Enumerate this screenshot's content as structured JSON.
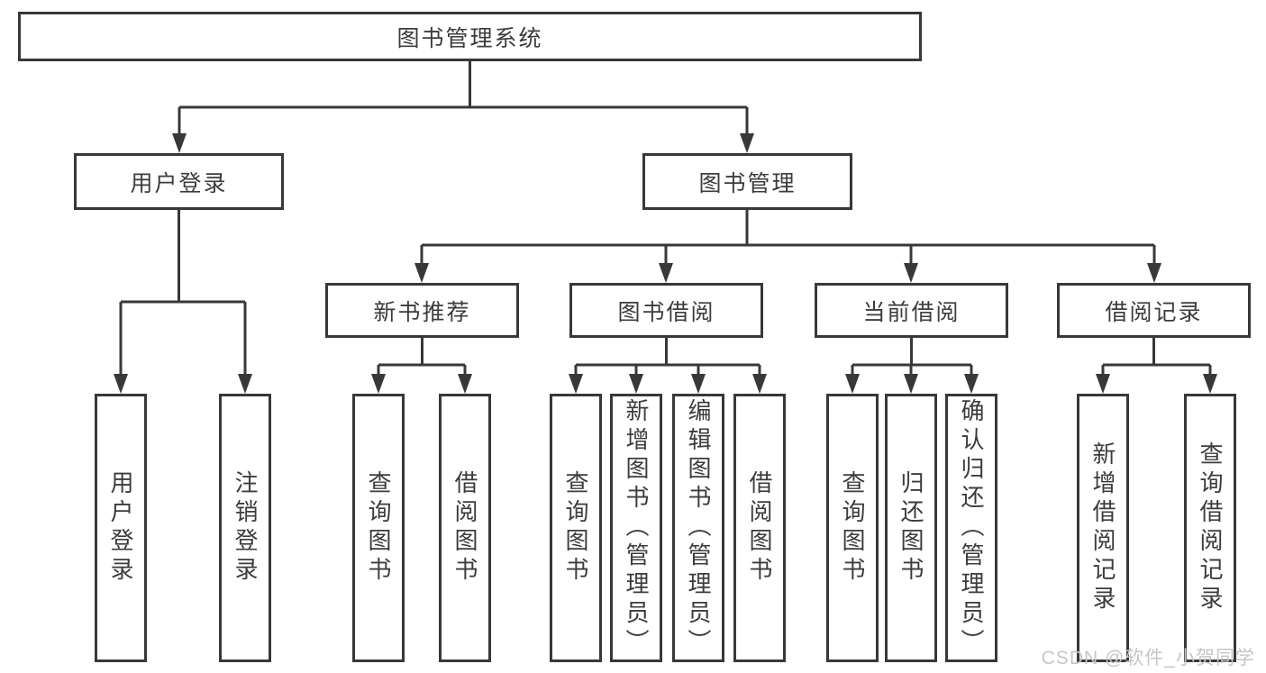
{
  "nodes": {
    "root": "图书管理系统",
    "user_login": "用户登录",
    "book_mgmt": "图书管理",
    "new_books": "新书推荐",
    "book_borrow": "图书借阅",
    "current_borrow": "当前借阅",
    "borrow_records": "借阅记录",
    "leaves": {
      "user_login": [
        "用户登录",
        "注销登录"
      ],
      "new_books": [
        "查询图书",
        "借阅图书"
      ],
      "book_borrow": [
        "查询图书",
        "新增图书（管理员）",
        "编辑图书（管理员）",
        "借阅图书"
      ],
      "current_borrow": [
        "查询图书",
        "归还图书",
        "确认归还（管理员）"
      ],
      "borrow_records": [
        "新增借阅记录",
        "查询借阅记录"
      ]
    }
  },
  "watermark": {
    "text": "CSDN @软件_小贺同学"
  },
  "colors": {
    "line": "#383838",
    "text": "#3c3c3c",
    "box_background": "#ffffff",
    "page_background": "#ffffff",
    "watermark": "#c6c6c6"
  }
}
